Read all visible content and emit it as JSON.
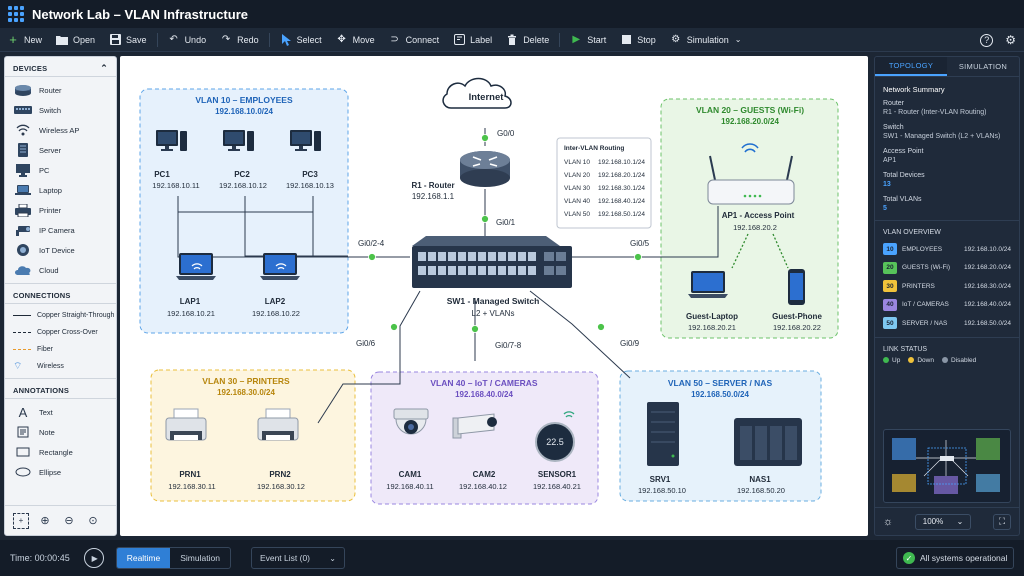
{
  "window": {
    "title": "Network Lab – VLAN Infrastructure"
  },
  "toolbar": {
    "new": "New",
    "open": "Open",
    "save": "Save",
    "undo": "Undo",
    "redo": "Redo",
    "select": "Select",
    "move": "Move",
    "connect": "Connect",
    "label": "Label",
    "delete": "Delete",
    "start": "Start",
    "stop": "Stop",
    "simulation": "Simulation"
  },
  "devices_panel": {
    "title": "DEVICES",
    "items": [
      "Router",
      "Switch",
      "Wireless AP",
      "Server",
      "PC",
      "Laptop",
      "Printer",
      "IP Camera",
      "IoT Device",
      "Cloud"
    ]
  },
  "connections_panel": {
    "title": "CONNECTIONS",
    "items": [
      "Copper Straight-Through",
      "Copper Cross-Over",
      "Fiber",
      "Wireless"
    ]
  },
  "annotations_panel": {
    "title": "ANNOTATIONS",
    "items": [
      "Text",
      "Note",
      "Rectangle",
      "Ellipse"
    ]
  },
  "topology": {
    "internet": "Internet",
    "router": {
      "name": "R1 - Router",
      "ip": "192.168.1.1",
      "port_up": "G0/0",
      "port_down": "Gi0/1"
    },
    "switch": {
      "name": "SW1 - Managed Switch",
      "sub": "L2 + VLANs"
    },
    "ports": {
      "left": "Gi0/2-4",
      "right": "Gi0/5",
      "ll": "Gi0/6",
      "mid": "Gi0/7-8",
      "rr": "Gi0/9"
    },
    "routing_table": {
      "title": "Inter-VLAN Routing",
      "rows": [
        [
          "VLAN 10",
          "192.168.10.1/24"
        ],
        [
          "VLAN 20",
          "192.168.20.1/24"
        ],
        [
          "VLAN 30",
          "192.168.30.1/24"
        ],
        [
          "VLAN 40",
          "192.168.40.1/24"
        ],
        [
          "VLAN 50",
          "192.168.50.1/24"
        ]
      ]
    },
    "vlan10": {
      "title": "VLAN 10 – EMPLOYEES",
      "subnet": "192.168.10.0/24",
      "pcs": [
        {
          "n": "PC1",
          "ip": "192.168.10.11"
        },
        {
          "n": "PC2",
          "ip": "192.168.10.12"
        },
        {
          "n": "PC3",
          "ip": "192.168.10.13"
        }
      ],
      "laps": [
        {
          "n": "LAP1",
          "ip": "192.168.10.21"
        },
        {
          "n": "LAP2",
          "ip": "192.168.10.22"
        }
      ]
    },
    "vlan20": {
      "title": "VLAN 20 – GUESTS (Wi-Fi)",
      "subnet": "192.168.20.0/24",
      "ap": {
        "n": "AP1 - Access Point",
        "ip": "192.168.20.2"
      },
      "clients": [
        {
          "n": "Guest-Laptop",
          "ip": "192.168.20.21"
        },
        {
          "n": "Guest-Phone",
          "ip": "192.168.20.22"
        }
      ]
    },
    "vlan30": {
      "title": "VLAN 30 – PRINTERS",
      "subnet": "192.168.30.0/24",
      "devs": [
        {
          "n": "PRN1",
          "ip": "192.168.30.11"
        },
        {
          "n": "PRN2",
          "ip": "192.168.30.12"
        }
      ]
    },
    "vlan40": {
      "title": "VLAN 40 – IoT / CAMERAS",
      "subnet": "192.168.40.0/24",
      "devs": [
        {
          "n": "CAM1",
          "ip": "192.168.40.11"
        },
        {
          "n": "CAM2",
          "ip": "192.168.40.12"
        },
        {
          "n": "SENSOR1",
          "ip": "192.168.40.21"
        }
      ],
      "sensor_reading": "22.5"
    },
    "vlan50": {
      "title": "VLAN 50 – SERVER / NAS",
      "subnet": "192.168.50.0/24",
      "devs": [
        {
          "n": "SRV1",
          "ip": "192.168.50.10"
        },
        {
          "n": "NAS1",
          "ip": "192.168.50.20"
        }
      ]
    }
  },
  "right_panel": {
    "tabs": [
      "TOPOLOGY",
      "SIMULATION"
    ],
    "summary_title": "Network Summary",
    "router_label": "Router",
    "router_value": "R1 - Router (Inter-VLAN Routing)",
    "switch_label": "Switch",
    "switch_value": "SW1 - Managed Switch (L2 + VLANs)",
    "ap_label": "Access Point",
    "ap_value": "AP1",
    "devices_label": "Total Devices",
    "devices_value": "13",
    "vlans_label": "Total VLANs",
    "vlans_value": "5",
    "vlan_overview_title": "VLAN OVERVIEW",
    "vlans": [
      {
        "id": "10",
        "name": "EMPLOYEES",
        "subnet": "192.168.10.0/24",
        "color": "#4aa3ff"
      },
      {
        "id": "20",
        "name": "GUESTS (Wi-Fi)",
        "subnet": "192.168.20.0/24",
        "color": "#57c35a"
      },
      {
        "id": "30",
        "name": "PRINTERS",
        "subnet": "192.168.30.0/24",
        "color": "#f0c23a"
      },
      {
        "id": "40",
        "name": "IoT / CAMERAS",
        "subnet": "192.168.40.0/24",
        "color": "#9a86e0"
      },
      {
        "id": "50",
        "name": "SERVER / NAS",
        "subnet": "192.168.50.0/24",
        "color": "#7ec8f0"
      }
    ],
    "link_status_title": "LINK STATUS",
    "link_up": "Up",
    "link_down": "Down",
    "link_disabled": "Disabled",
    "zoom": "100%"
  },
  "statusbar": {
    "time": "Time: 00:00:45",
    "realtime": "Realtime",
    "simulation": "Simulation",
    "event_list": "Event List (0)",
    "system": "All systems operational"
  },
  "colors": {
    "accent": "#2f7fd6",
    "link_green": "#3fb950"
  }
}
